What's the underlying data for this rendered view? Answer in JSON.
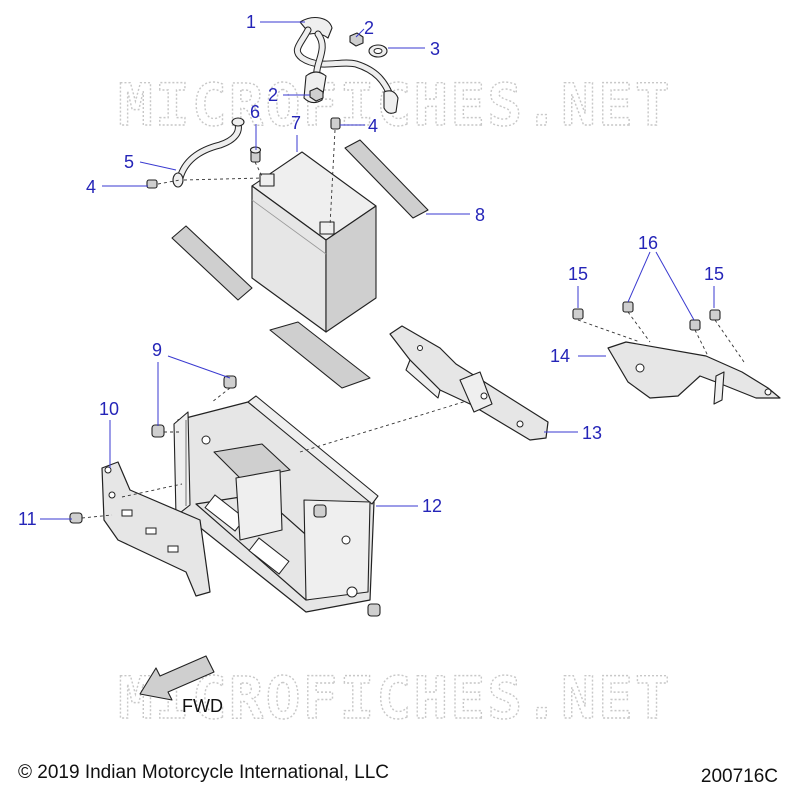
{
  "watermark": "MICROFICHES.NET",
  "fwd_label": "FWD",
  "copyright": "© 2019 Indian Motorcycle International, LLC",
  "diagram_code": "200716C",
  "callouts": {
    "c1": "1",
    "c2a": "2",
    "c2b": "2",
    "c3": "3",
    "c4a": "4",
    "c4b": "4",
    "c5": "5",
    "c6": "6",
    "c7": "7",
    "c8": "8",
    "c9": "9",
    "c10": "10",
    "c11": "11",
    "c12": "12",
    "c13": "13",
    "c14": "14",
    "c15a": "15",
    "c15b": "15",
    "c16": "16"
  },
  "colors": {
    "callout": "#2525b8",
    "watermark": "#c8c8c8",
    "part_fill": "#e6e6e6"
  }
}
